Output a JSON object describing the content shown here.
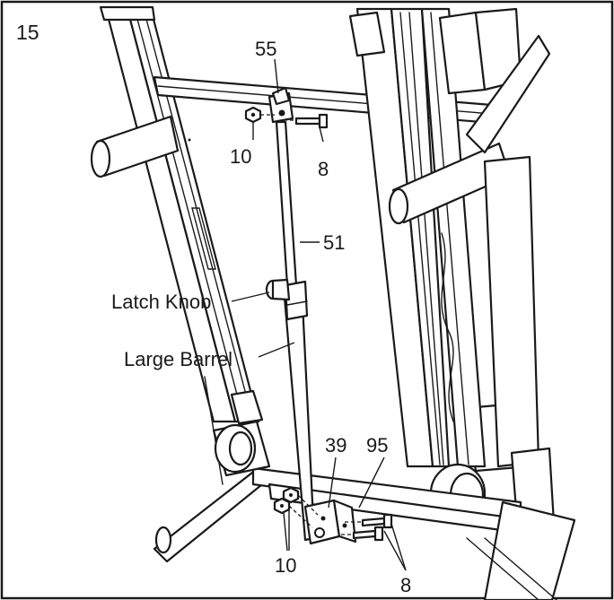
{
  "step_number": "15",
  "callouts": {
    "part_55": "55",
    "part_10_top": "10",
    "part_8_top": "8",
    "part_51": "51",
    "latch_knob": "Latch Knob",
    "large_barrel": "Large Barrel",
    "part_39": "39",
    "part_95": "95",
    "part_10_bottom": "10",
    "part_8_bottom": "8"
  }
}
